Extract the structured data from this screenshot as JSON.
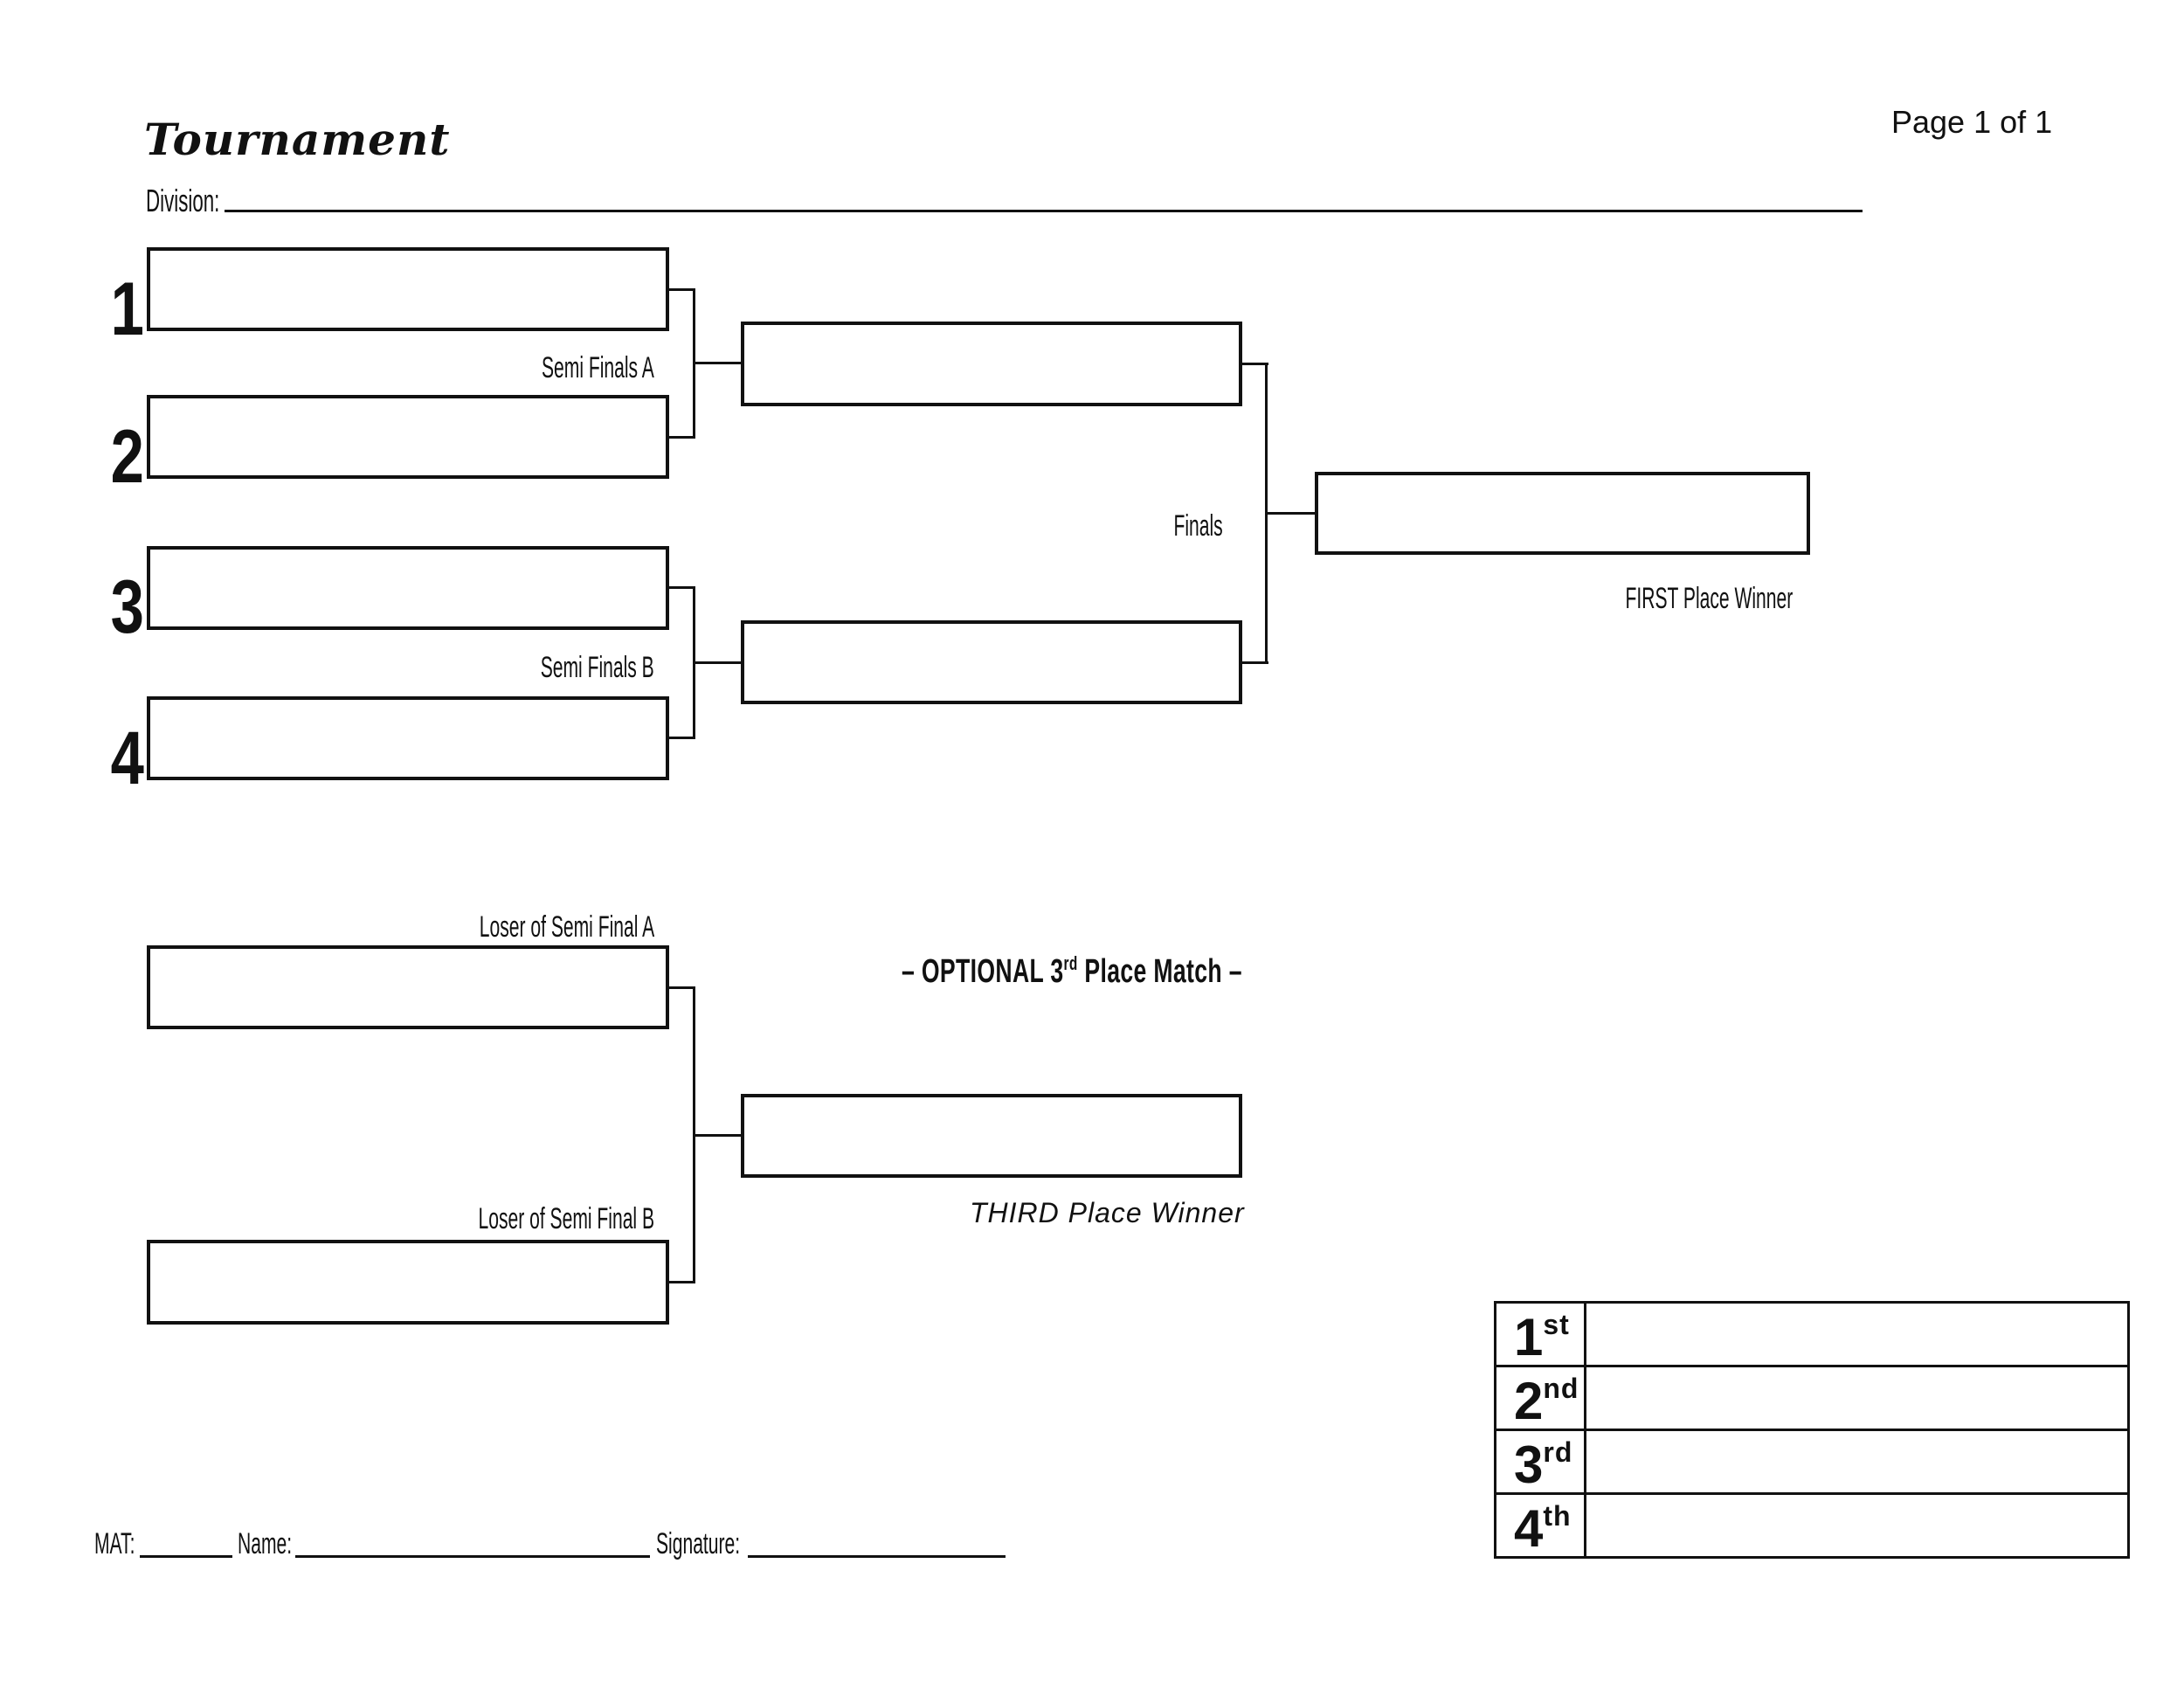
{
  "header": {
    "title": "Tournament",
    "page": "Page 1 of 1"
  },
  "division": {
    "label": "Division:"
  },
  "bracket": {
    "seeds": [
      {
        "num": "1"
      },
      {
        "num": "2"
      },
      {
        "num": "3"
      },
      {
        "num": "4"
      }
    ],
    "labels": {
      "semi_a": "Semi Finals A",
      "semi_b": "Semi Finals B",
      "finals": "Finals",
      "first_place": "FIRST Place Winner"
    }
  },
  "third_place_match": {
    "loser_a": "Loser of Semi Final A",
    "loser_b": "Loser of Semi Final B",
    "title": {
      "pre": "– OPTIONAL 3",
      "sup": "rd",
      "post": " Place Match –"
    },
    "winner_label": "THIRD Place Winner"
  },
  "results_table": {
    "rows": [
      {
        "num": "1",
        "suffix": "st"
      },
      {
        "num": "2",
        "suffix": "nd"
      },
      {
        "num": "3",
        "suffix": "rd"
      },
      {
        "num": "4",
        "suffix": "th"
      }
    ]
  },
  "footer": {
    "mat_label": "MAT:",
    "name_label": "Name:",
    "signature_label": "Signature:"
  },
  "colors": {
    "ink": "#111111",
    "paper": "#ffffff"
  }
}
